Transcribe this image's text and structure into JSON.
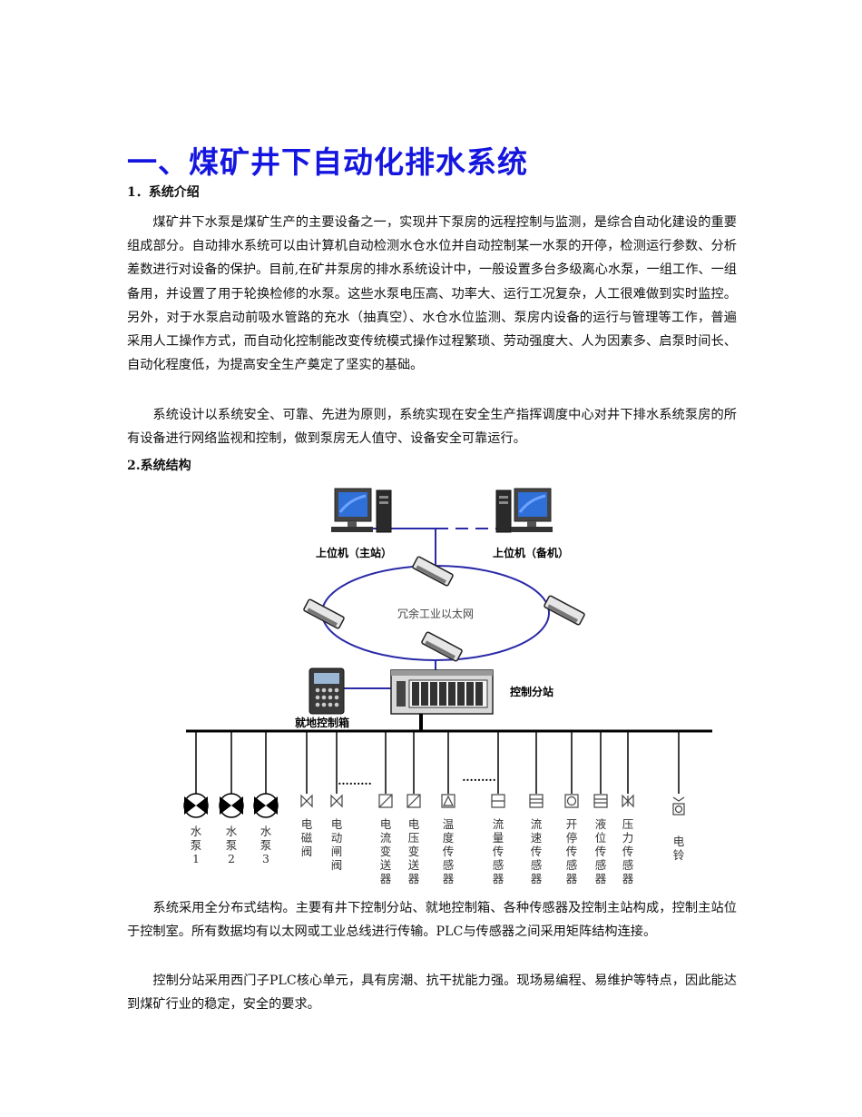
{
  "title": "一、煤矿井下自动化排水系统",
  "section1": {
    "heading": "1．系统介绍",
    "paragraphs": [
      "煤矿井下水泵是煤矿生产的主要设备之一，实现井下泵房的远程控制与监测，是综合自动化建设的重要组成部分。自动排水系统可以由计算机自动检测水仓水位并自动控制某一水泵的开停，检测运行参数、分析差数进行对设备的保护。目前,在矿井泵房的排水系统设计中，一般设置多台多级离心水泵，一组工作、一组备用，并设置了用于轮换检修的水泵。这些水泵电压高、功率大、运行工况复杂，人工很难做到实时监控。另外，对于水泵启动前吸水管路的充水（抽真空）、水仓水位监测、泵房内设备的运行与管理等工作，普遍采用人工操作方式，而自动化控制能改变传统模式操作过程繁琐、劳动强度大、人为因素多、启泵时间长、自动化程度低，为提高安全生产奠定了坚实的基础。",
      "系统设计以系统安全、可靠、先进为原则，系统实现在安全生产指挥调度中心对井下排水系统泵房的所有设备进行网络监视和控制，做到泵房无人值守、设备安全可靠运行。"
    ]
  },
  "section2": {
    "heading": "2.系统结构",
    "paragraphs": [
      "系统采用全分布式结构。主要有井下控制分站、就地控制箱、各种传感器及控制主站构成，控制主站位于控制室。所有数据均有以太网或工业总线进行传输。PLC与传感器之间采用矩阵结构连接。",
      "控制分站采用西门子PLC核心单元，具有房潮、抗干扰能力强。现场易编程、易维护等特点，因此能达到煤矿行业的稳定，安全的要求。"
    ]
  },
  "diagram": {
    "host_main": "上位机（主站）",
    "host_backup": "上位机（备机）",
    "ring_label": "冗余工业以太网",
    "control_substation": "控制分站",
    "local_box": "就地控制箱",
    "dots": "·········",
    "devices": [
      {
        "label": "水泵1",
        "chars": [
          "水",
          "泵",
          "1"
        ],
        "kind": "pump"
      },
      {
        "label": "水泵2",
        "chars": [
          "水",
          "泵",
          "2"
        ],
        "kind": "pump"
      },
      {
        "label": "水泵3",
        "chars": [
          "水",
          "泵",
          "3"
        ],
        "kind": "pump"
      },
      {
        "label": "电磁阀",
        "chars": [
          "电",
          "磁",
          "阀"
        ],
        "kind": "valve"
      },
      {
        "label": "电动闸阀",
        "chars": [
          "电",
          "动",
          "闸",
          "阀"
        ],
        "kind": "valve"
      },
      {
        "label": "电流变送器",
        "chars": [
          "电",
          "流",
          "变",
          "送",
          "器"
        ],
        "kind": "square-slash"
      },
      {
        "label": "电压变送器",
        "chars": [
          "电",
          "压",
          "变",
          "送",
          "器"
        ],
        "kind": "square-slash"
      },
      {
        "label": "温度传感器",
        "chars": [
          "温",
          "度",
          "传",
          "感",
          "器"
        ],
        "kind": "triangle-square"
      },
      {
        "label": "流量传感器",
        "chars": [
          "流",
          "量",
          "传",
          "感",
          "器"
        ],
        "kind": "square-line"
      },
      {
        "label": "流速传感器",
        "chars": [
          "流",
          "速",
          "传",
          "感",
          "器"
        ],
        "kind": "square-lines"
      },
      {
        "label": "开停传感器",
        "chars": [
          "开",
          "停",
          "传",
          "感",
          "器"
        ],
        "kind": "square-circle"
      },
      {
        "label": "液位传感器",
        "chars": [
          "液",
          "位",
          "传",
          "感",
          "器"
        ],
        "kind": "square-lines"
      },
      {
        "label": "压力传感器",
        "chars": [
          "压",
          "力",
          "传",
          "感",
          "器"
        ],
        "kind": "bowtie"
      },
      {
        "label": "电铃",
        "chars": [
          "电",
          "铃"
        ],
        "kind": "bell"
      }
    ]
  }
}
